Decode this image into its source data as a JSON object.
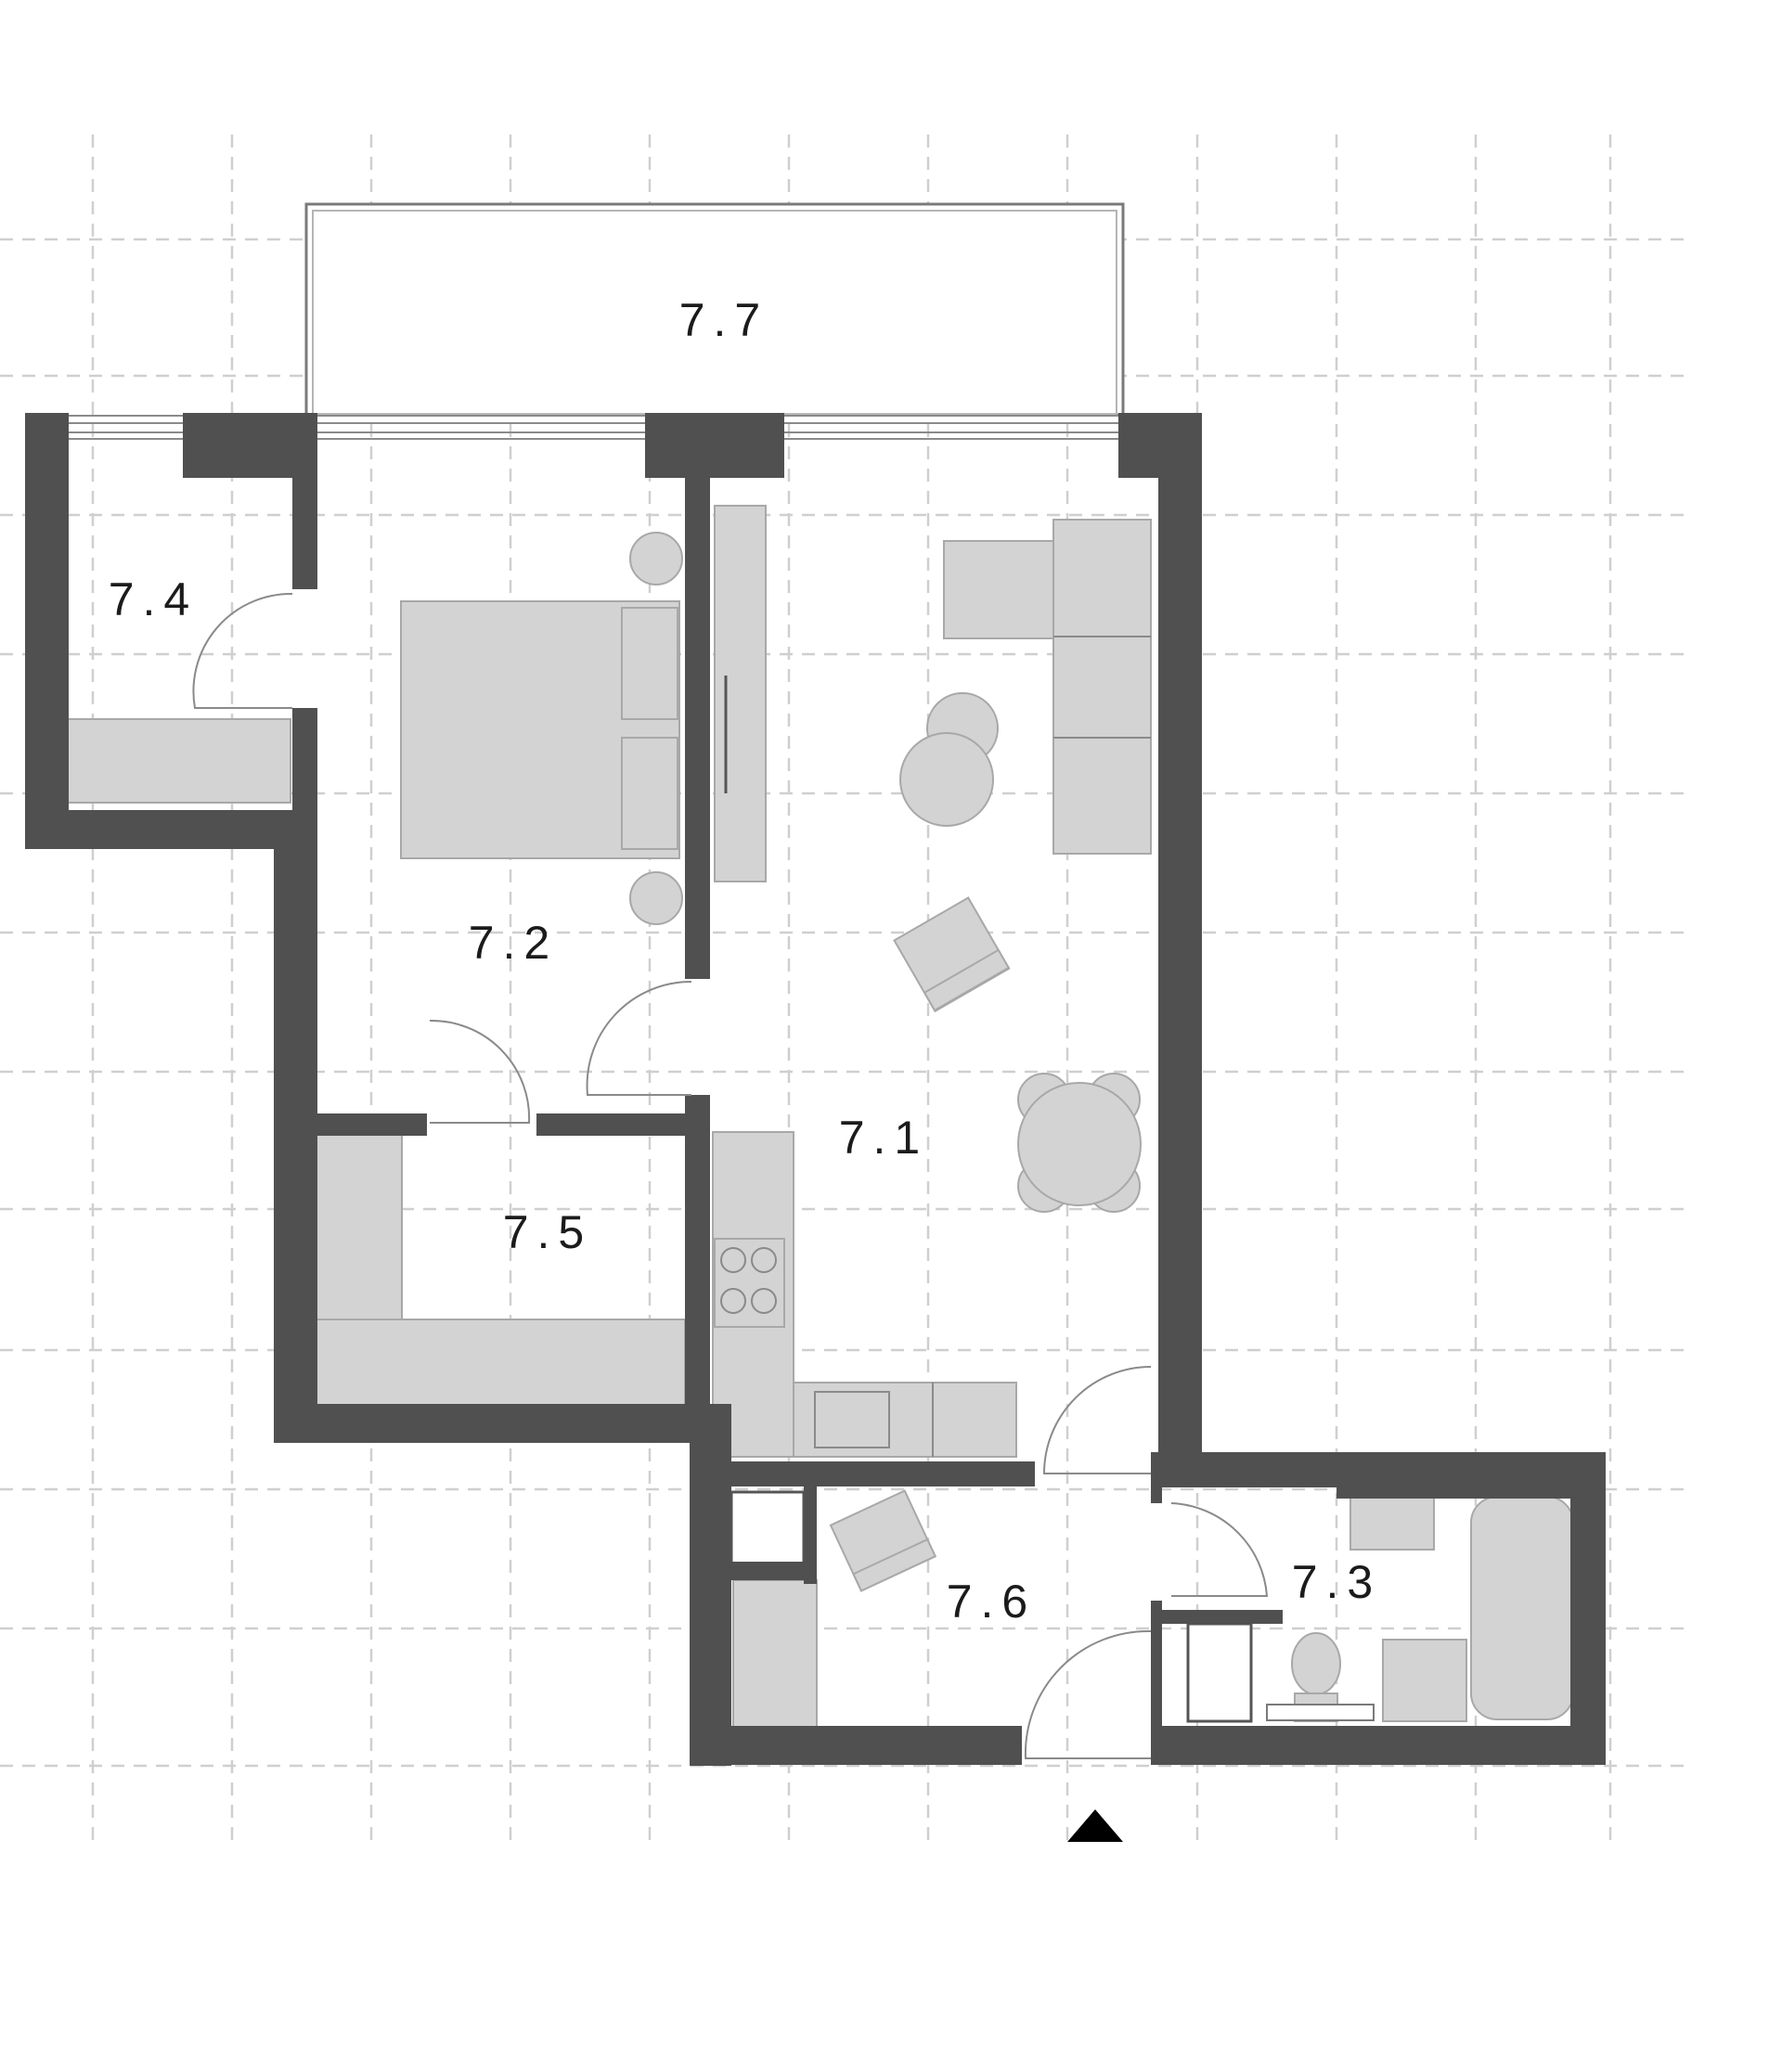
{
  "rooms": [
    {
      "id": "7.1",
      "label": "7.1"
    },
    {
      "id": "7.2",
      "label": "7.2"
    },
    {
      "id": "7.3",
      "label": "7.3"
    },
    {
      "id": "7.4",
      "label": "7.4"
    },
    {
      "id": "7.5",
      "label": "7.5"
    },
    {
      "id": "7.6",
      "label": "7.6"
    },
    {
      "id": "7.7",
      "label": "7.7"
    }
  ],
  "entrance_marker": "entrance-arrow-icon",
  "colors": {
    "wall": "#505050",
    "furniture": "#d3d3d3",
    "grid": "#cfcfcf",
    "background": "#ffffff"
  }
}
